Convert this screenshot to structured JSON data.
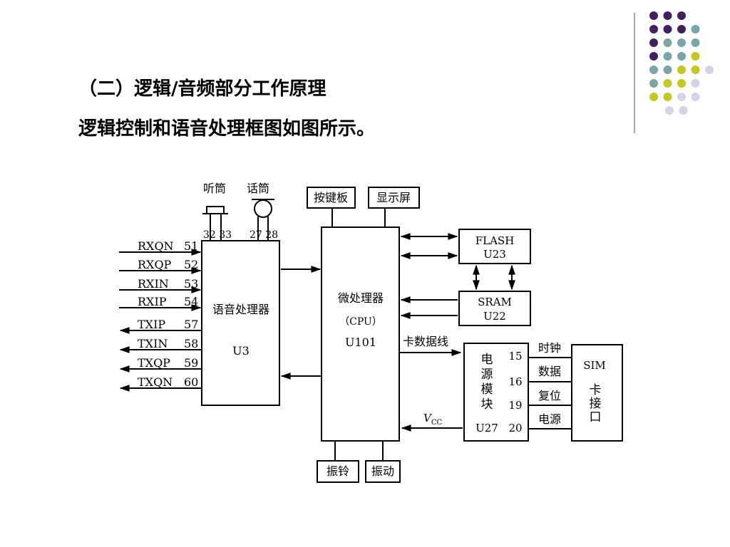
{
  "slide": {
    "title": "（二）逻辑/音频部分工作原理",
    "subtitle": "逻辑控制和语音处理框图如图所示。"
  },
  "decor": {
    "dot_colors": {
      "purple": "#41205f",
      "teal": "#79a7a7",
      "yellow": "#c8c81c",
      "lavender": "#d4d3e9"
    }
  },
  "diagram": {
    "earpiece": "听筒",
    "microphone": "话筒",
    "ear_pins": "32 33",
    "mic_pins": "27 28",
    "voice": {
      "name": "语音处理器",
      "id": "U3"
    },
    "signals": [
      {
        "name": "RXQN",
        "pin": "51"
      },
      {
        "name": "RXQP",
        "pin": "52"
      },
      {
        "name": "RXIN",
        "pin": "53"
      },
      {
        "name": "RXIP",
        "pin": "54"
      },
      {
        "name": "TXIP",
        "pin": "57"
      },
      {
        "name": "TXIN",
        "pin": "58"
      },
      {
        "name": "TXQP",
        "pin": "59"
      },
      {
        "name": "TXQN",
        "pin": "60"
      }
    ],
    "cpu": {
      "name": "微处理器",
      "sub": "（CPU）",
      "id": "U101"
    },
    "keypad": "按键板",
    "display": "显示屏",
    "ringer": "振铃",
    "vibrator": "振动",
    "flash": {
      "name": "FLASH",
      "id": "U23"
    },
    "sram": {
      "name": "SRAM",
      "id": "U22"
    },
    "card_data_line": "卡数据线",
    "vcc": {
      "main": "V",
      "sub": "CC"
    },
    "power": {
      "chars": [
        "电",
        "源",
        "模",
        "块"
      ],
      "id": "U27"
    },
    "power_pins": [
      "15",
      "16",
      "19",
      "20"
    ],
    "sim_lines": [
      "时钟",
      "数据",
      "复位",
      "电源"
    ],
    "sim": {
      "name": "SIM",
      "chars": [
        "卡",
        "接",
        "口"
      ]
    }
  }
}
